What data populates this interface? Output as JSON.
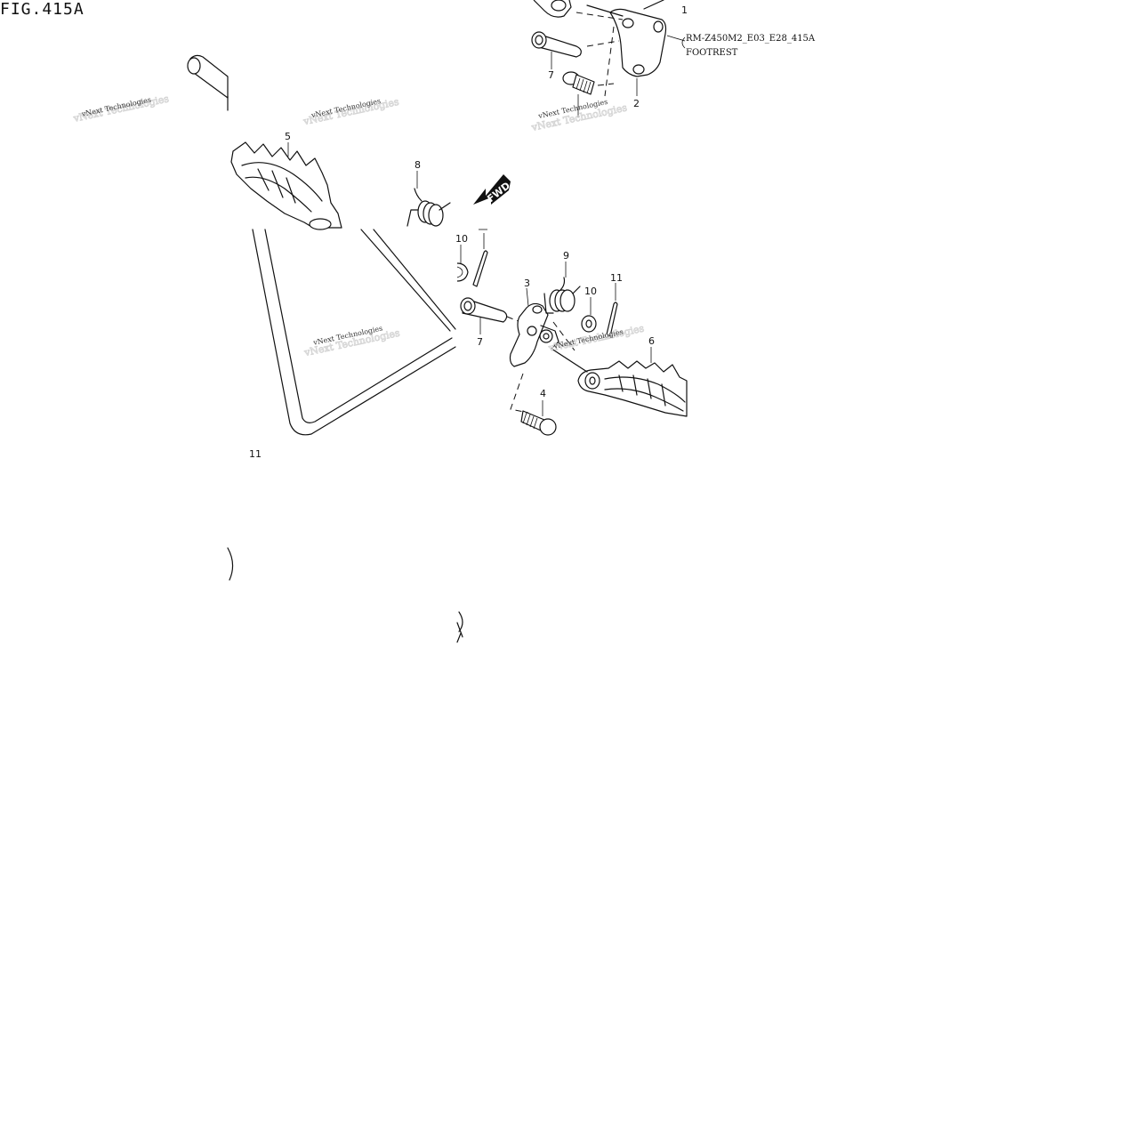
{
  "figure": {
    "title": "FIG.415A",
    "code": "RM-Z450M2_E03_E28_415A",
    "name": "FOOTREST"
  },
  "watermark": {
    "text": "vNext Technologies"
  },
  "fwd_label": "FWD",
  "callouts": {
    "c1": "1",
    "c2": "2",
    "c3": "3",
    "c4": "4",
    "c5": "5",
    "c6": "6",
    "c7a": "7",
    "c7b": "7",
    "c8": "8",
    "c9": "9",
    "c10a": "10",
    "c10b": "10",
    "c11a": "11",
    "c11b": "11"
  }
}
